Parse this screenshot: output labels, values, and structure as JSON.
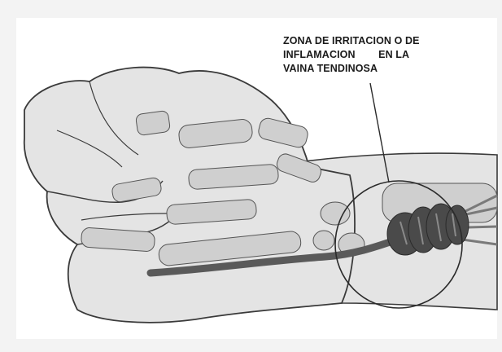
{
  "figure": {
    "subject": "hand-wrist-tendon-sheath-inflammation",
    "callout": {
      "lines": [
        "ZONA DE IRRITACION O DE",
        "INFLAMACION        EN LA",
        "VAINA TENDINOSA"
      ]
    },
    "colors": {
      "skin_fill": "#e4e4e4",
      "bone_fill": "#cfcfcf",
      "outline": "#3a3a3a",
      "tendon": "#5a5a5a",
      "sheath": "#4a4a4a"
    }
  }
}
